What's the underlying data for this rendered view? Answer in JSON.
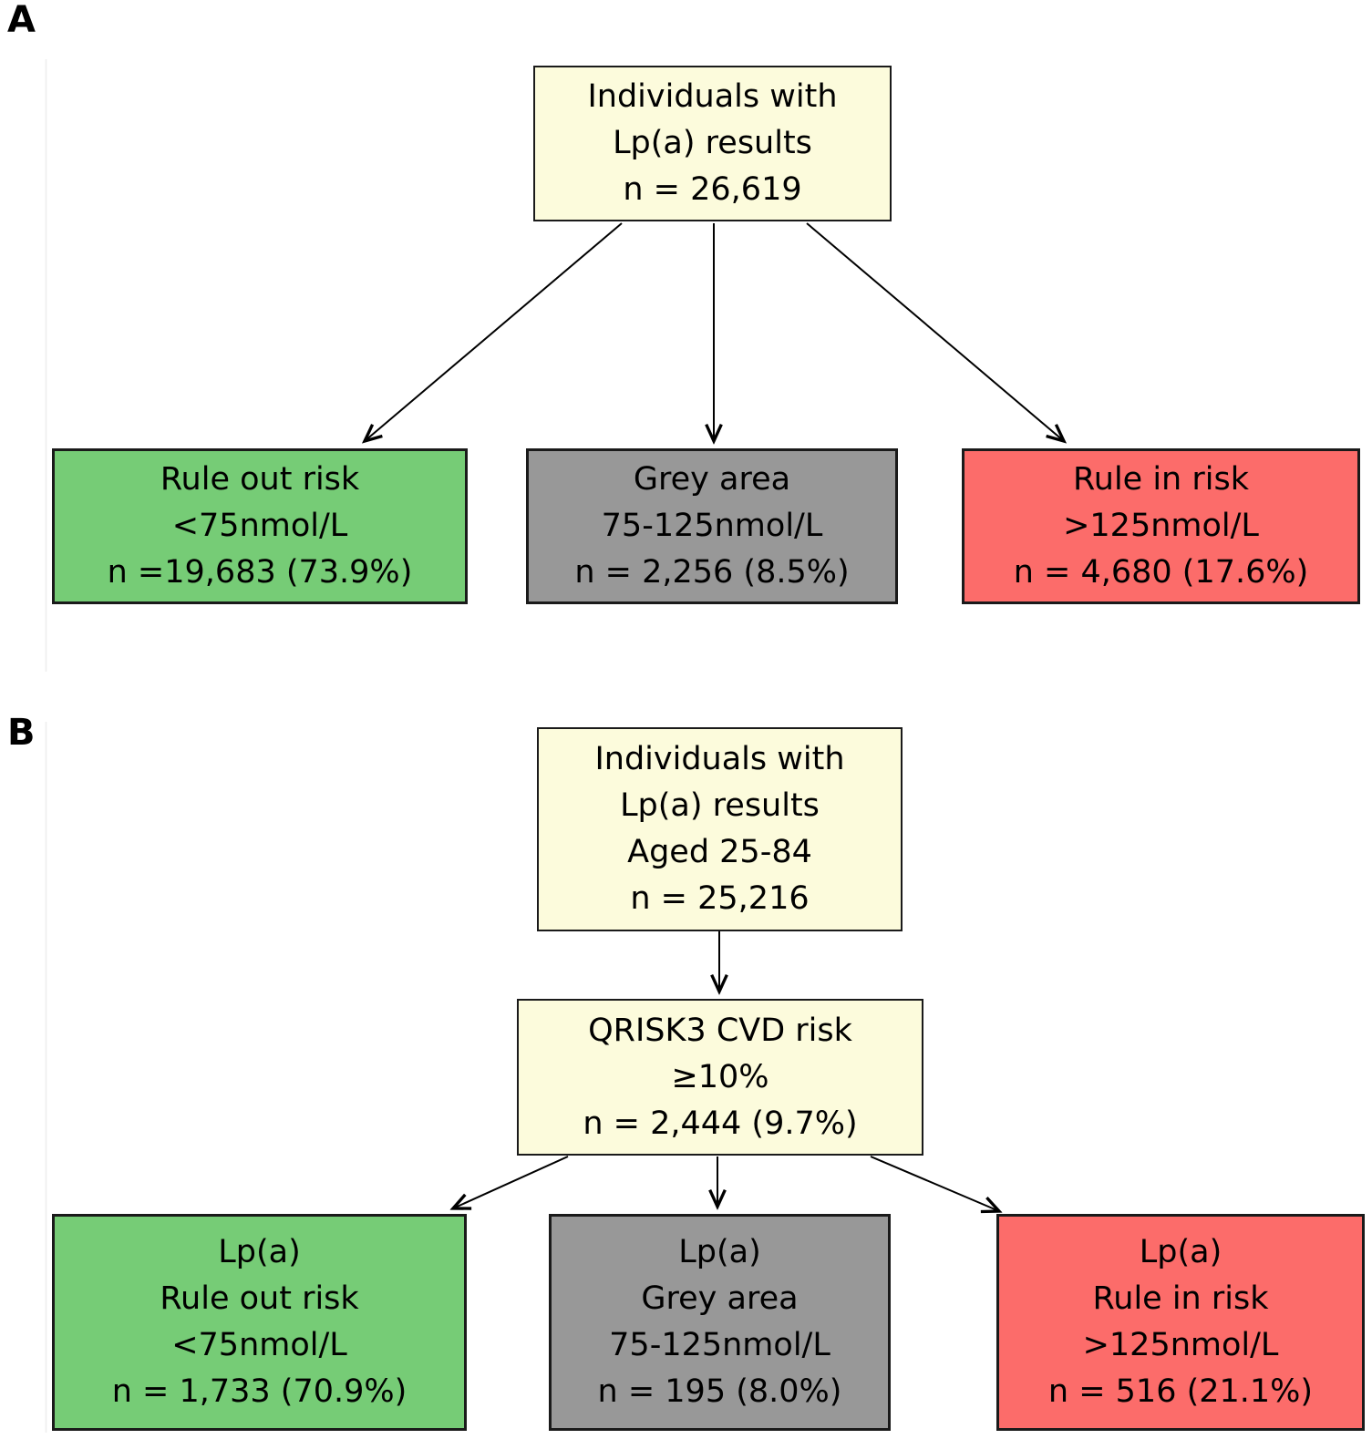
{
  "figure": {
    "panel_a": {
      "label": "A",
      "root": {
        "lines": [
          "Individuals with",
          "Lp(a) results",
          "n = 26,619"
        ]
      },
      "rule_out": {
        "lines": [
          "Rule out risk",
          "<75nmol/L",
          "n =19,683 (73.9%)"
        ]
      },
      "grey_area": {
        "lines": [
          "Grey area",
          "75-125nmol/L",
          "n = 2,256 (8.5%)"
        ]
      },
      "rule_in": {
        "lines": [
          "Rule in risk",
          ">125nmol/L",
          "n = 4,680 (17.6%)"
        ]
      }
    },
    "panel_b": {
      "label": "B",
      "root": {
        "lines": [
          "Individuals with",
          "Lp(a) results",
          "Aged 25-84",
          "n = 25,216"
        ]
      },
      "qrisk": {
        "lines": [
          "QRISK3 CVD risk",
          "≥10%",
          "n = 2,444 (9.7%)"
        ]
      },
      "rule_out": {
        "lines": [
          "Lp(a)",
          "Rule out risk",
          "<75nmol/L",
          "n = 1,733 (70.9%)"
        ]
      },
      "grey_area": {
        "lines": [
          "Lp(a)",
          "Grey area",
          "75-125nmol/L",
          "n = 195 (8.0%)"
        ]
      },
      "rule_in": {
        "lines": [
          "Lp(a)",
          "Rule in risk",
          ">125nmol/L",
          "n = 516 (21.1%)"
        ]
      }
    }
  },
  "colors": {
    "node-cream": "#fcfbdc",
    "node-green": "#76cc76",
    "node-grey": "#989898",
    "node-red": "#fc6c6a",
    "node-border": "#1a1a1a",
    "arrow": "#000000",
    "spine": "#ededed",
    "text": "#000000"
  }
}
